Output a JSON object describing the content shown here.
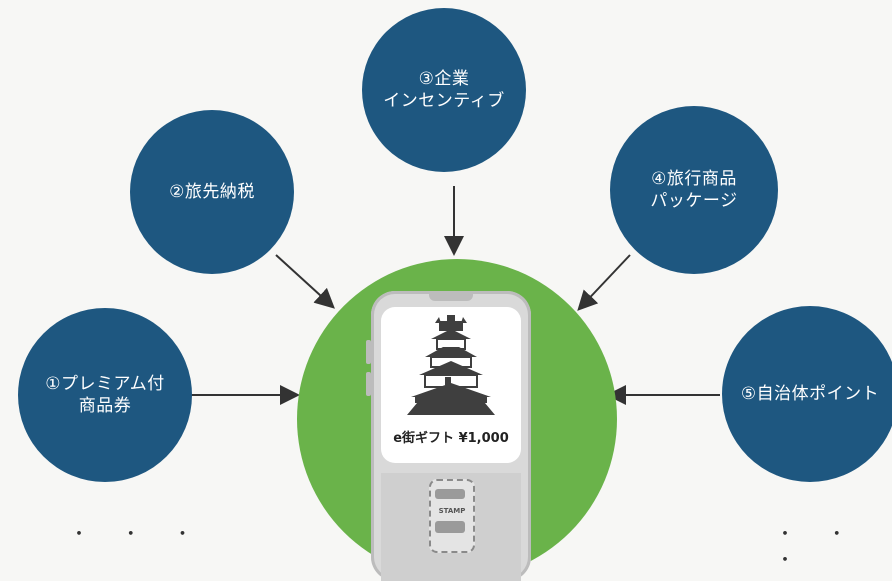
{
  "nodes": {
    "premium": "①プレミアム付\n商品券",
    "travel_tax": "②旅先納税",
    "corporate": "③企業\nインセンティブ",
    "travel_package": "④旅行商品\nパッケージ",
    "municipal": "⑤自治体ポイント"
  },
  "phone": {
    "gift_label": "e街ギフト ¥1,000",
    "stamp_label": "STAMP"
  },
  "ellipsis_left": "・ ・ ・",
  "ellipsis_right": "・ ・ ・",
  "colors": {
    "node_fill": "#1e5780",
    "center_fill": "#6ab34a",
    "arrow": "#333333"
  },
  "icons": {
    "castle": "castle-icon"
  }
}
